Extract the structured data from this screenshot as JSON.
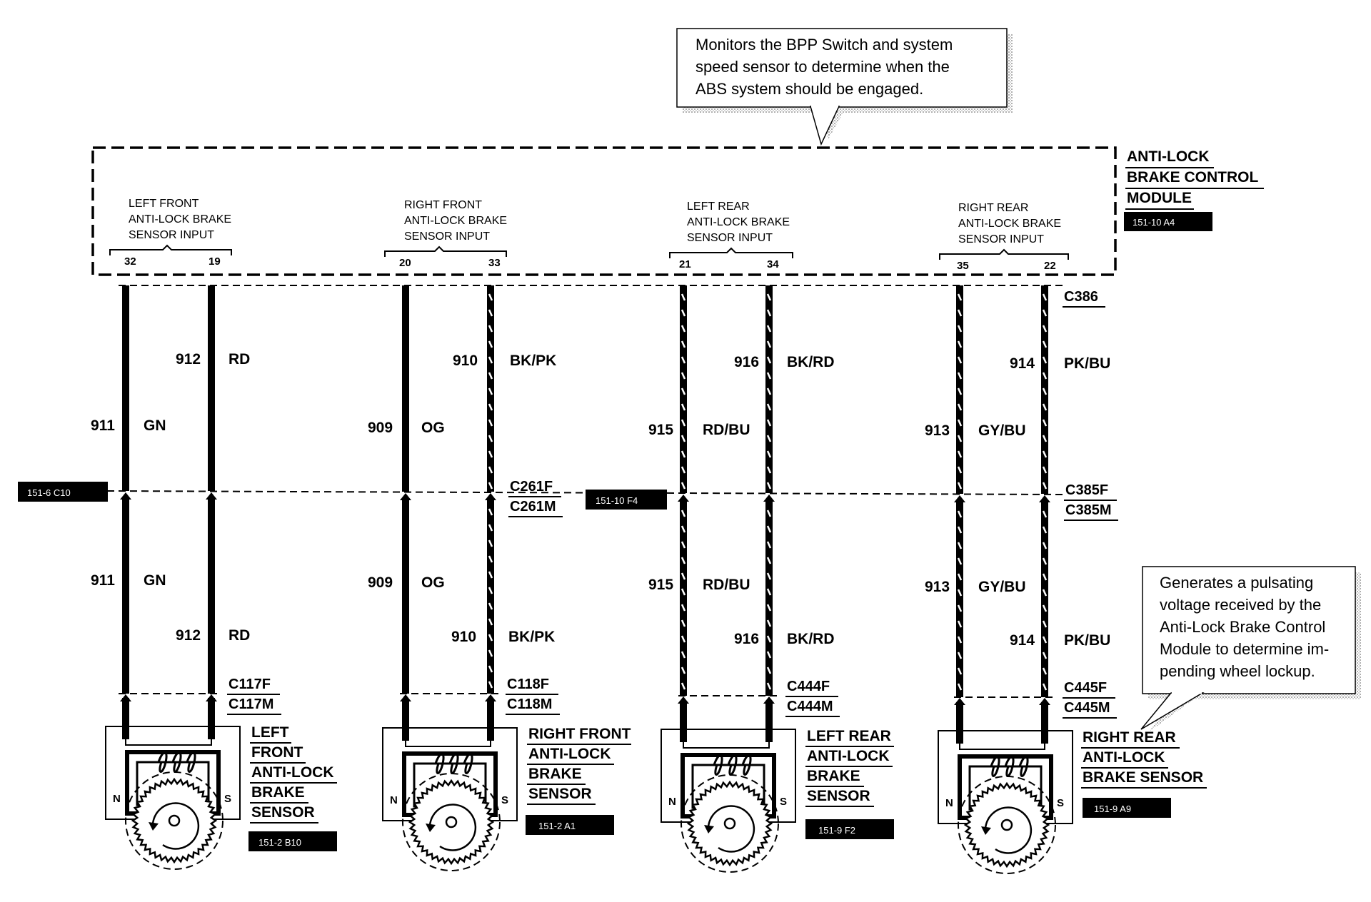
{
  "callouts": {
    "top": [
      "Monitors the BPP Switch and system",
      "speed sensor to determine when the",
      "ABS system should be engaged."
    ],
    "bottom": [
      "Generates a pulsating",
      "voltage received by the",
      "Anti-Lock Brake Control",
      "Module to determine im-",
      "pending wheel lockup."
    ]
  },
  "module": {
    "title": [
      "ANTI-LOCK",
      "BRAKE CONTROL",
      "MODULE"
    ],
    "ref": "151-10 A4"
  },
  "page_refs": {
    "left_connector": "151-6 C10",
    "mid_connector": "151-10 F4"
  },
  "groups": [
    {
      "label": [
        "LEFT FRONT",
        "ANTI-LOCK BRAKE",
        "SENSOR INPUT"
      ],
      "pins": [
        "32",
        "19"
      ],
      "wires": [
        {
          "circuit": "911",
          "color": "GN"
        },
        {
          "circuit": "912",
          "color": "RD"
        }
      ],
      "mid_connector": [],
      "sensor_connector": [
        "C117F",
        "C117M"
      ],
      "sensor_title": [
        "LEFT",
        "FRONT",
        "ANTI-LOCK",
        "BRAKE",
        "SENSOR"
      ],
      "sensor_ref": "151-2 B10"
    },
    {
      "label": [
        "RIGHT FRONT",
        "ANTI-LOCK BRAKE",
        "SENSOR INPUT"
      ],
      "pins": [
        "20",
        "33"
      ],
      "wires": [
        {
          "circuit": "909",
          "color": "OG"
        },
        {
          "circuit": "910",
          "color": "BK/PK"
        }
      ],
      "mid_connector": [
        "C261F",
        "C261M"
      ],
      "sensor_connector": [
        "C118F",
        "C118M"
      ],
      "sensor_title": [
        "RIGHT FRONT",
        "ANTI-LOCK",
        "BRAKE",
        "SENSOR"
      ],
      "sensor_ref": "151-2 A1"
    },
    {
      "label": [
        "LEFT REAR",
        "ANTI-LOCK BRAKE",
        "SENSOR INPUT"
      ],
      "pins": [
        "21",
        "34"
      ],
      "wires": [
        {
          "circuit": "915",
          "color": "RD/BU"
        },
        {
          "circuit": "916",
          "color": "BK/RD"
        }
      ],
      "mid_connector": [],
      "sensor_connector": [
        "C444F",
        "C444M"
      ],
      "sensor_title": [
        "LEFT REAR",
        "ANTI-LOCK",
        "BRAKE",
        "SENSOR"
      ],
      "sensor_ref": "151-9 F2"
    },
    {
      "label": [
        "RIGHT REAR",
        "ANTI-LOCK BRAKE",
        "SENSOR INPUT"
      ],
      "pins": [
        "35",
        "22"
      ],
      "wires": [
        {
          "circuit": "913",
          "color": "GY/BU"
        },
        {
          "circuit": "914",
          "color": "PK/BU"
        }
      ],
      "top_connector": "C386",
      "mid_connector": [
        "C385F",
        "C385M"
      ],
      "sensor_connector": [
        "C445F",
        "C445M"
      ],
      "sensor_title": [
        "RIGHT REAR",
        "ANTI-LOCK",
        "BRAKE SENSOR"
      ],
      "sensor_ref": "151-9 A9"
    }
  ],
  "sensor_pole_labels": {
    "north": "N",
    "south": "S"
  }
}
